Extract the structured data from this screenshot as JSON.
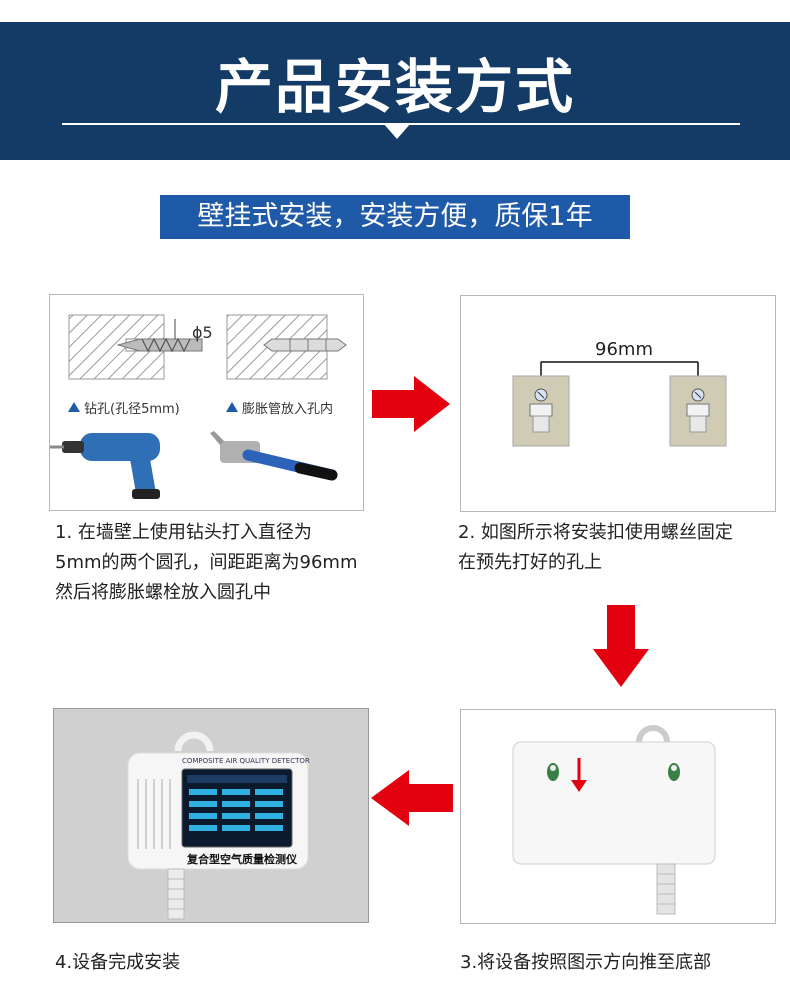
{
  "header": {
    "title": "产品安装方式"
  },
  "subtitle": "壁挂式安装，安装方便，质保1年",
  "step1": {
    "drill_label": "钻孔(孔径5mm)",
    "anchor_label": "膨胀管放入孔内",
    "diameter_mark": "ϕ5",
    "caption_lines": [
      "1. 在墙壁上使用钻头打入直径为",
      "5mm的两个圆孔，间距距离为96mm",
      "然后将膨胀螺栓放入圆孔中"
    ]
  },
  "step2": {
    "spacing_label": "96mm",
    "caption_lines": [
      "2. 如图所示将安装扣使用螺丝固定",
      "在预先打好的孔上"
    ]
  },
  "step3": {
    "caption": "3.将设备按照图示方向推至底部"
  },
  "step4": {
    "caption": "4.设备完成安装",
    "device_brand": "COMPOSITE AIR QUALITY DETECTOR",
    "device_name": "复合型空气质量检测仪"
  },
  "colors": {
    "header_bg": "#143a66",
    "subtitle_bg": "#1e5aa8",
    "arrow": "#e3000f",
    "accent": "#1e5aa8"
  }
}
